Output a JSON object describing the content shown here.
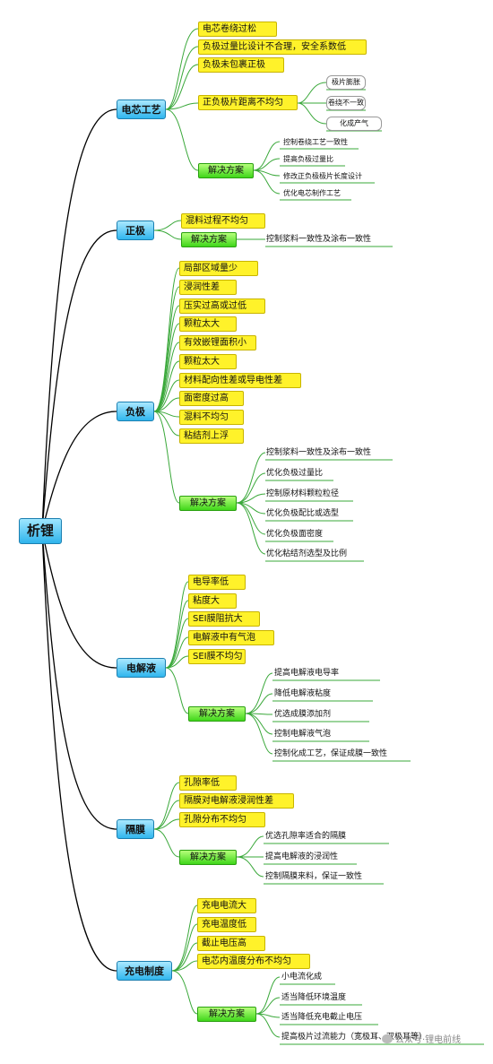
{
  "root": "析锂",
  "branches": [
    {
      "label": "电芯工艺",
      "causes": [
        "电芯卷绕过松",
        "负极过量比设计不合理，安全系数低",
        "负极未包裹正极",
        "正负极片距离不均匀"
      ],
      "sub_items": [
        "极片膨胀",
        "卷绕不一致",
        "化成产气"
      ],
      "solution_label": "解决方案",
      "solutions": [
        "控制卷绕工艺一致性",
        "提高负极过量比",
        "修改正负极极片长度设计",
        "优化电芯制作工艺"
      ]
    },
    {
      "label": "正极",
      "causes": [
        "混料过程不均匀"
      ],
      "solution_label": "解决方案",
      "solutions": [
        "控制浆料一致性及涂布一致性"
      ]
    },
    {
      "label": "负极",
      "causes": [
        "局部区域量少",
        "浸润性差",
        "压实过高或过低",
        "颗粒太大",
        "有效嵌锂面积小",
        "颗粒太大",
        "材料配向性差或导电性差",
        "面密度过高",
        "混料不均匀",
        "粘结剂上浮"
      ],
      "solution_label": "解决方案",
      "solutions": [
        "控制浆料一致性及涂布一致性",
        "优化负极过量比",
        "控制原材料颗粒粒径",
        "优化负极配比或选型",
        "优化负极面密度",
        "优化粘结剂选型及比例"
      ]
    },
    {
      "label": "电解液",
      "causes": [
        "电导率低",
        "粘度大",
        "SEI膜阻抗大",
        "电解液中有气泡",
        "SEI膜不均匀"
      ],
      "solution_label": "解决方案",
      "solutions": [
        "提高电解液电导率",
        "降低电解液粘度",
        "优选成膜添加剂",
        "控制电解液气泡",
        "控制化成工艺，保证成膜一致性"
      ]
    },
    {
      "label": "隔膜",
      "causes": [
        "孔隙率低",
        "隔膜对电解液浸润性差",
        "孔隙分布不均匀"
      ],
      "solution_label": "解决方案",
      "solutions": [
        "优选孔隙率适合的隔膜",
        "提高电解液的浸润性",
        "控制隔膜来料，保证一致性"
      ]
    },
    {
      "label": "充电制度",
      "causes": [
        "充电电流大",
        "充电温度低",
        "截止电压高",
        "电芯内温度分布不均匀"
      ],
      "solution_label": "解决方案",
      "solutions": [
        "小电流化成",
        "适当降低环境温度",
        "适当降低充电截止电压",
        "提高极片过流能力（宽极耳、双极耳等）"
      ]
    }
  ],
  "watermark": "公众号·锂电前线",
  "colors": {
    "root_fill": "#2fb4ec",
    "branch_fill": "#30b6ee",
    "cause_fill": "#fff22a",
    "solution_fill": "#3fd61a",
    "link_black": "#000000",
    "link_green": "#3aa83a"
  }
}
